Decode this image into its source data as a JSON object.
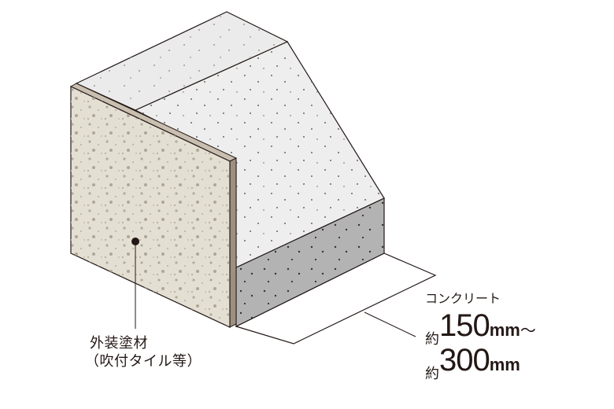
{
  "diagram": {
    "type": "isometric wall cross-section",
    "colors": {
      "top_face": "#ebebeb",
      "slope_face": "#eeeeee",
      "concrete_side": "#b3b3b3",
      "finish_panel": "#e4dfd3",
      "finish_edge": "#9e9080",
      "finish_top_edge": "#c9bfb0",
      "outline": "#231815",
      "dots": "#555555",
      "finish_dots": "#b3aa9c"
    }
  },
  "labels": {
    "finish": {
      "line1": "外装塗材",
      "line2": "（吹付タイル等）"
    },
    "concrete": {
      "name": "コンクリート",
      "row1": {
        "prefix": "約",
        "number": "150",
        "unit": "mm",
        "suffix": "～"
      },
      "row2": {
        "prefix": "約",
        "number": "300",
        "unit": "mm"
      }
    }
  }
}
